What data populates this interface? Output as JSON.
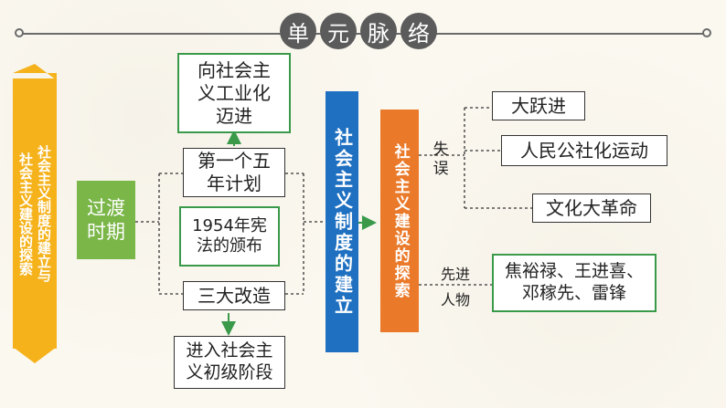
{
  "header": {
    "chars": [
      "单",
      "元",
      "脉",
      "络"
    ]
  },
  "left_banner": {
    "line1": "社会主义制度的建立与",
    "line2": "社会主义建设的探索"
  },
  "transition": {
    "label": "过渡\n时期"
  },
  "branches": {
    "industrialization": "向社会主\n义工业化\n迈进",
    "five_year_plan": "第一个五\n年计划",
    "constitution_1954": "1954年宪\n法的颁布",
    "three_reforms": "三大改造",
    "primary_stage": "进入社会主\n义初级阶段"
  },
  "system_established": {
    "label": "社会主义制度的建立"
  },
  "construction": {
    "label": "社会主义建设的探索"
  },
  "mistakes": {
    "label": "失误",
    "items": [
      "大跃进",
      "人民公社化运动",
      "文化大革命"
    ]
  },
  "advanced": {
    "label_top": "先进",
    "label_bottom": "人物",
    "people": "焦裕禄、王进喜、\n邓稼先、雷锋"
  },
  "colors": {
    "banner_yellow": "#f5b21b",
    "transition_green": "#7ab648",
    "system_blue": "#1f70c1",
    "construction_orange": "#ea7a2a",
    "border_green": "#3a9a4a",
    "header_gray": "#5b5b5b"
  }
}
